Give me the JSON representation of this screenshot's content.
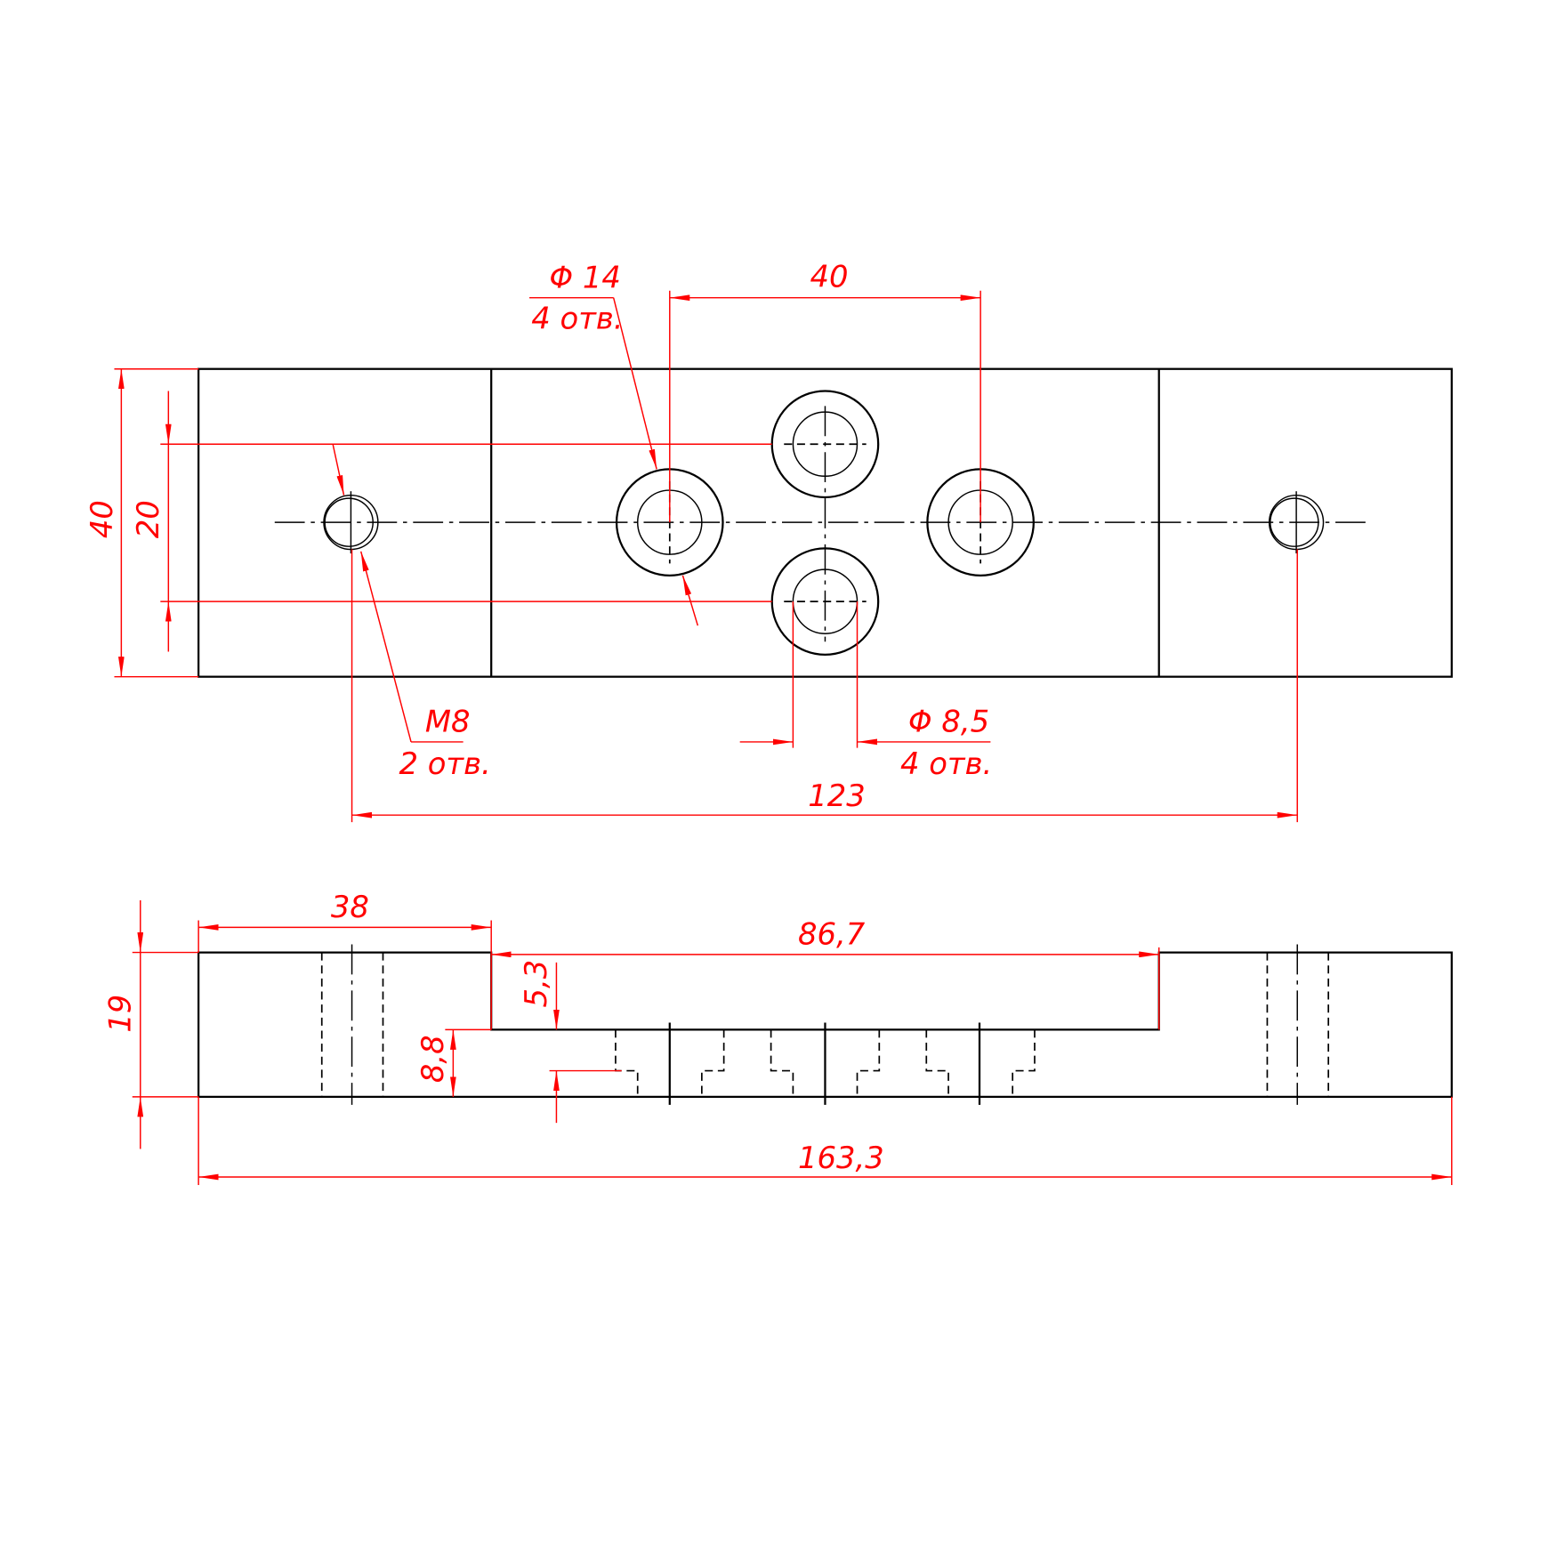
{
  "colors": {
    "outline": "#000000",
    "dimension": "#ff0000"
  },
  "top_view": {
    "dim_spacing": "40",
    "dim_height": "40",
    "dim_offset": "20",
    "hole_large": {
      "diameter": "Φ 14",
      "count": "4 отв."
    },
    "hole_small": {
      "diameter": "Φ 8,5",
      "count": "4 отв."
    },
    "thread": {
      "size": "M8",
      "count": "2 отв."
    },
    "dim_thread_spacing": "123"
  },
  "side_view": {
    "dim_left": "38",
    "dim_pocket": "86,7",
    "dim_height": "19",
    "dim_pocket_depth": "5,3",
    "dim_floor": "8,8",
    "dim_total": "163,3"
  }
}
